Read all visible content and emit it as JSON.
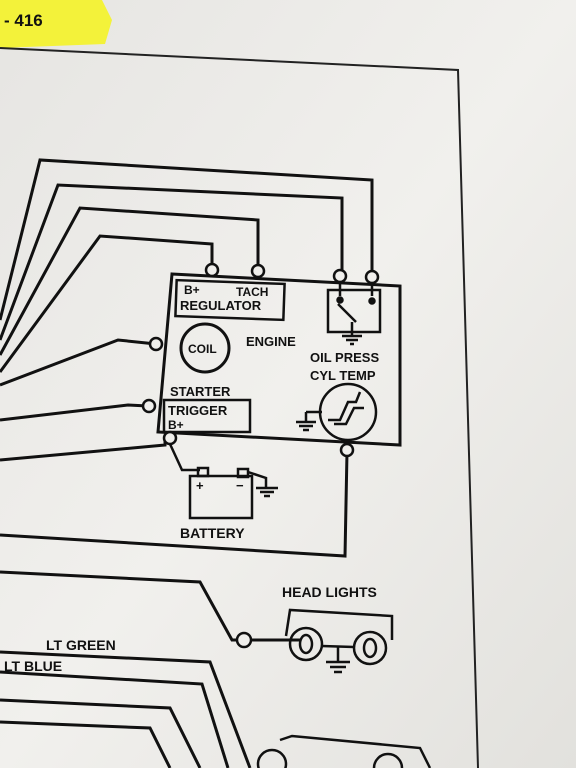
{
  "page_tag": "- 416",
  "colors": {
    "paper": "#f0efec",
    "ink": "#111111",
    "highlight": "#f3f23a"
  },
  "diagram": {
    "engine_label": "ENGINE",
    "coil_label": "COIL",
    "regulator_label": "REGULATOR",
    "b_plus_label": "B+",
    "tach_label": "TACH",
    "oil_press_label": "OIL PRESS",
    "cyl_temp_label": "CYL TEMP",
    "starter_label": "STARTER",
    "trigger_label": "TRIGGER",
    "trigger_b_plus_label": "B+",
    "battery_label": "BATTERY",
    "head_lights_label": "HEAD LIGHTS",
    "wire_lt_green": "LT GREEN",
    "wire_lt_blue": "LT BLUE",
    "battery_plus": "+",
    "battery_minus": "−"
  }
}
